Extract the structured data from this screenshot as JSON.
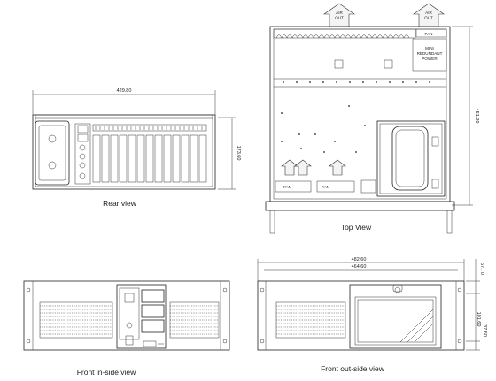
{
  "captions": {
    "rear": "Rear view",
    "top": "Top View",
    "front_inside": "Front in-side view",
    "front_outside": "Front out-side view"
  },
  "dimensions": {
    "rear_width": "429.80",
    "rear_height": "173.60",
    "top_depth": "451.20",
    "front_total_width": "482.60",
    "front_body_width": "464.60",
    "front_right_top": "57.70",
    "front_right_mid": "101.60",
    "front_right_bottom": "37.60"
  },
  "labels": {
    "air_out_left": "AIR\nOUT",
    "air_out_right": "AIR\nOUT",
    "fan_top": "FAN",
    "mini_redundant_power": "MINI\nREDUNDANT\nPOWER",
    "fan_left": "FAN",
    "fan_right": "FAN"
  }
}
